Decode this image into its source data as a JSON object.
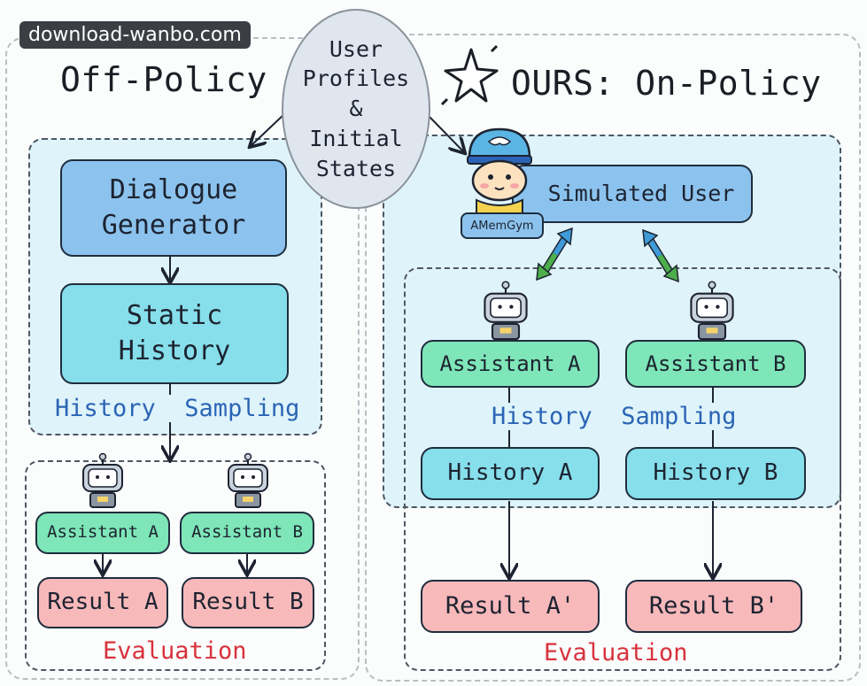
{
  "watermark": "download-wanbo.com",
  "titles": {
    "left": "Off-Policy",
    "right": "OURS: On-Policy"
  },
  "ellipse_text": "User\nProfiles\n&\nInitial\nStates",
  "left": {
    "dialogue_generator": "Dialogue\nGenerator",
    "static_history": "Static\nHistory",
    "history_sampling": "History  Sampling",
    "assistant_a": "Assistant A",
    "assistant_b": "Assistant B",
    "result_a": "Result A",
    "result_b": "Result B",
    "evaluation": "Evaluation"
  },
  "right": {
    "simulated_user": "Simulated User",
    "amemgym": "AMemGym",
    "assistant_a": "Assistant A",
    "assistant_b": "Assistant B",
    "history_sampling": "History  Sampling",
    "history_a": "History A",
    "history_b": "History B",
    "result_a": "Result A'",
    "result_b": "Result B'",
    "evaluation": "Evaluation"
  },
  "colors": {
    "blue_box": "#8cc3ee",
    "cyan_box": "#86dfeb",
    "green_box": "#7ee6b8",
    "red_box": "#f8b9bb",
    "label_blue": "#2b64b6",
    "label_red": "#d8323c"
  }
}
